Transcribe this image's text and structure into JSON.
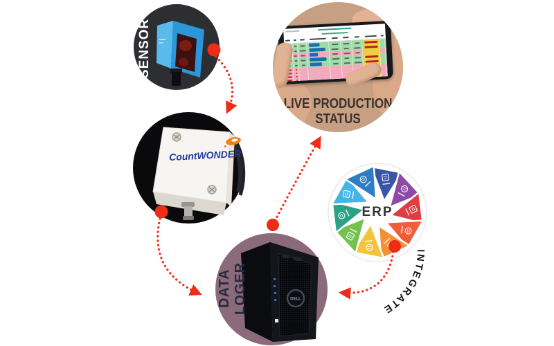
{
  "nodes": {
    "sensor": {
      "label": "SENSOR"
    },
    "counter": {
      "label": "CountWONDER"
    },
    "data_logger": {
      "label": "DATA LOGER",
      "brand": "DELL"
    },
    "live_status": {
      "caption_line1": "LIVE PRODUCTION",
      "caption_line2": "STATUS"
    },
    "erp": {
      "label": "ERP"
    }
  },
  "flow_label": {
    "integrate": "INTEGRATE"
  },
  "connections": [
    [
      "SENSOR",
      "CountWONDER"
    ],
    [
      "CountWONDER",
      "DATA LOGER"
    ],
    [
      "DATA LOGER",
      "LIVE PRODUCTION STATUS"
    ],
    [
      "ERP",
      "DATA LOGER"
    ]
  ],
  "colors": {
    "arrow": "#ee2c17",
    "sensor_circle": "#2c2e32",
    "counter_circle": "#0a0a0c",
    "phone_circle": "#c7a083",
    "logger_circle": "#8a6a7b",
    "skin": "#d9a98a",
    "skin_light": "#e2b294",
    "row_green": "#9cdba5",
    "row_pink": "#f3a8bc",
    "cell_yellow": "#f2ce3f",
    "bar_blue": "#1b6cb3",
    "code_red": "#b3281d",
    "brand_blue": "#20399f",
    "brand_orange": "#f08018",
    "caption_dark": "#37312f",
    "sensor_body_blue": "#2b97d8"
  },
  "erp_segment_colors": [
    "#3a55a8",
    "#8c4ca6",
    "#e03c44",
    "#ef5d39",
    "#f49038",
    "#f2c43d",
    "#74c24d",
    "#2ba185",
    "#45b4e8",
    "#2e7cc5"
  ],
  "phone_table": {
    "rows": [
      {
        "tone": "green",
        "bar": 0.55,
        "yellow": true,
        "code": true,
        "last": "green",
        "thin": false
      },
      {
        "tone": "green",
        "bar": 0.82,
        "yellow": true,
        "code": true,
        "last": "green",
        "thin": false
      },
      {
        "tone": "pink",
        "bar": 0.45,
        "yellow": true,
        "code": false,
        "last": "pink",
        "thin": false
      },
      {
        "tone": "green",
        "bar": 0.85,
        "yellow": true,
        "code": true,
        "last": "green",
        "thin": false
      },
      {
        "tone": "green",
        "bar": 0.6,
        "yellow": true,
        "code": true,
        "last": "green",
        "thin": false
      },
      {
        "tone": "pink",
        "bar": 0,
        "yellow": true,
        "code": false,
        "last": "pink",
        "thin": true
      },
      {
        "tone": "pink",
        "bar": 0,
        "yellow": true,
        "code": false,
        "last": "pink",
        "thin": true
      },
      {
        "tone": "pink",
        "bar": 0,
        "yellow": true,
        "code": false,
        "last": "pink",
        "thin": true
      },
      {
        "tone": "pink",
        "bar": 0,
        "yellow": true,
        "code": false,
        "last": "pink",
        "thin": true
      }
    ]
  }
}
